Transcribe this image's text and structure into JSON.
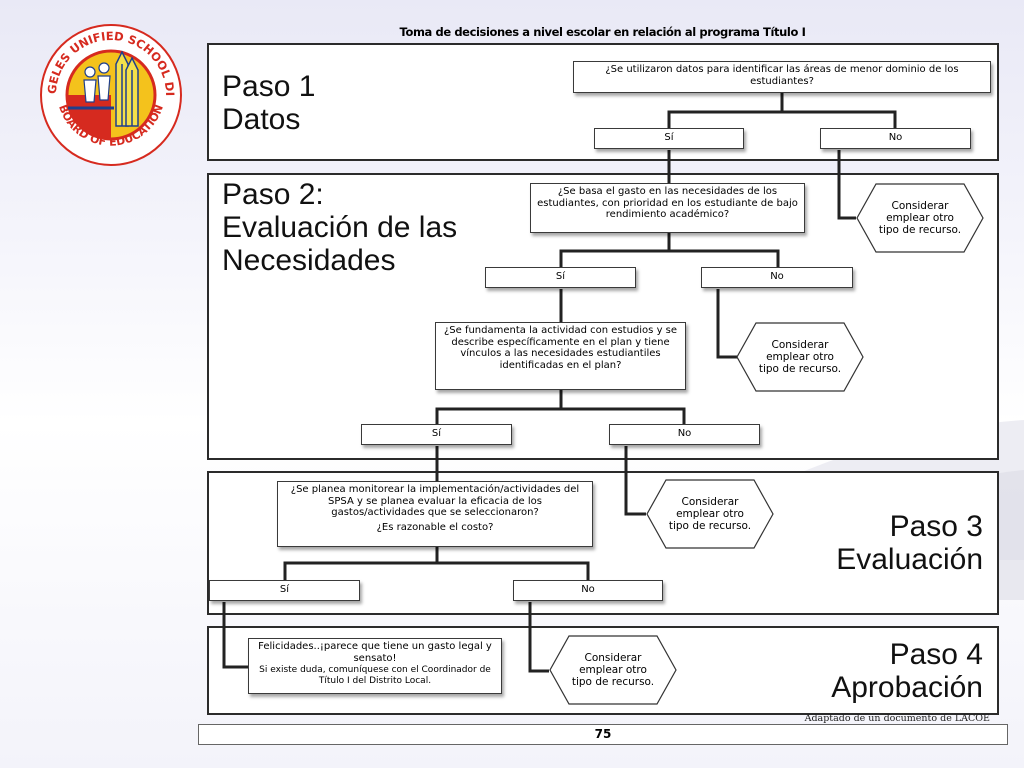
{
  "title": "Toma de decisiones a nivel escolar en relación al programa Título I",
  "seal": {
    "top_text": "LOS ANGELES UNIFIED SCHOOL DISTRICT",
    "bottom_text": "BOARD OF EDUCATION",
    "colors": {
      "red": "#d62a1f",
      "yellow": "#f4c21c",
      "blue": "#1f3f8c"
    }
  },
  "steps": {
    "step1": "Paso 1\nDatos",
    "step2": "Paso 2:\nEvaluación de las\nNecesidades",
    "step3": "Paso 3\nEvaluación",
    "step4": "Paso 4\nAprobación"
  },
  "questions": {
    "q1": "¿Se utilizaron datos para identificar las áreas de menor dominio de los estudiantes?",
    "q2": "¿Se basa el gasto en las necesidades de los estudiantes, con prioridad en los estudiante de bajo rendimiento académico?",
    "q3": "¿Se fundamenta la actividad con estudios y se describe específicamente en el plan y tiene vínculos a las necesidades estudiantiles identificadas en el plan?",
    "q4": "¿Se planea monitorear la implementación/actividades del SPSA y se planea evaluar la eficacia de los gastos/actividades que se seleccionaron?",
    "q4b": "¿Es razonable el costo?"
  },
  "answers": {
    "yes": "Sí",
    "no": "No"
  },
  "consider": "Considerar emplear otro tipo de recurso.",
  "final": {
    "main": "Felicidades..¡parece que tiene un gasto legal y sensato!",
    "note": "Si existe duda, comuníquese con el Coordinador de Título I del Distrito Local."
  },
  "source_note": "Adaptado de un documento de LACOE",
  "page_number": "75"
}
